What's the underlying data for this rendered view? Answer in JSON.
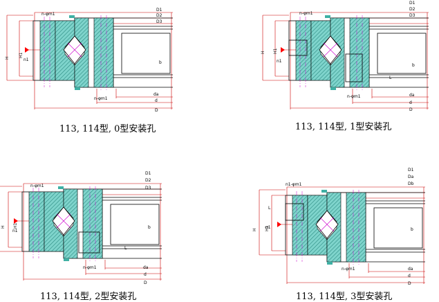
{
  "captions": [
    "113, 114型, 0型安装孔",
    "113, 114型, 1型安装孔",
    "113, 114型, 2型安装孔",
    "113, 114型, 3型安装孔"
  ],
  "dimension_labels": {
    "D1": "D1",
    "D2": "D2",
    "D3": "D3",
    "Da": "Da",
    "Db": "Db",
    "da": "da",
    "d": "d",
    "D": "D",
    "H": "H",
    "H1": "H1",
    "L": "L",
    "b": "b",
    "n1": "n1",
    "ndm1": "n-φm1",
    "n1dm1": "n1-φm1"
  },
  "colors": {
    "hatch_fill": "#7fd4cc",
    "hatch_line": "#2a8a80",
    "dim_line": "#cc0000",
    "center_line": "#cc00cc",
    "outline": "#000000",
    "marker": "#ff0000"
  }
}
